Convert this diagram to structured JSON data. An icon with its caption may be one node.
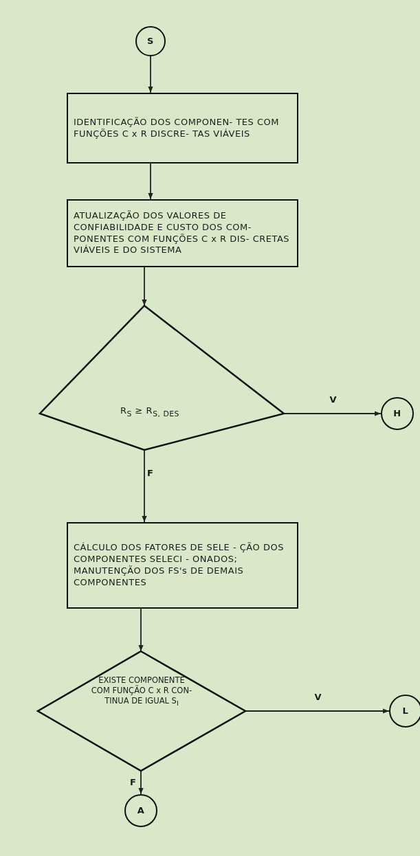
{
  "diagram": {
    "nodes": [
      {
        "text": [
          "S"
        ]
      },
      {
        "text": [
          "IDENTIFICAÇÃO DOS COMPONEN- TES COM FUNÇÕES C x R DISCRE- TAS VIÁVEIS"
        ]
      },
      {
        "text": [
          "ATUALIZAÇÃO DOS VALORES DE CONFIABILIDADE E CUSTO DOS COM- PONENTES COM FUNÇÕES C x R DIS- CRETAS VIÁVEIS E DO SISTEMA"
        ]
      },
      {
        "text": [
          "R$_{S}$ ≥ R$_{S, DES}$"
        ]
      },
      {
        "text": [
          "H"
        ]
      },
      {
        "text": [
          "CÁLCULO DOS FATORES DE SELE - ÇÃO DOS COMPONENTES SELECI - ONADOS; MANUTENÇÃO DOS FS's DE DEMAIS COMPONENTES"
        ]
      },
      {
        "text": [
          "EXISTE COMPONENTE COM FUNÇÃO C x R CON- TINUA DE IGUAL S$_{I}$"
        ]
      },
      {
        "text": [
          "L"
        ]
      },
      {
        "text": [
          "A"
        ]
      }
    ],
    "edges": [
      {
        "from": 0,
        "to": 1,
        "arrow": "to"
      },
      {
        "from": 1,
        "to": 2,
        "arrow": "to"
      },
      {
        "from": 2,
        "to": 3,
        "arrow": "to"
      },
      {
        "from": 3,
        "to": 4,
        "arrow": "to",
        "label": "V"
      },
      {
        "from": 3,
        "to": 5,
        "arrow": "to",
        "label": "F"
      },
      {
        "from": 5,
        "to": 6,
        "arrow": "to"
      },
      {
        "from": 6,
        "to": 7,
        "arrow": "to",
        "label": "V"
      },
      {
        "from": 6,
        "to": 8,
        "arrow": "to",
        "label": "F"
      }
    ]
  }
}
